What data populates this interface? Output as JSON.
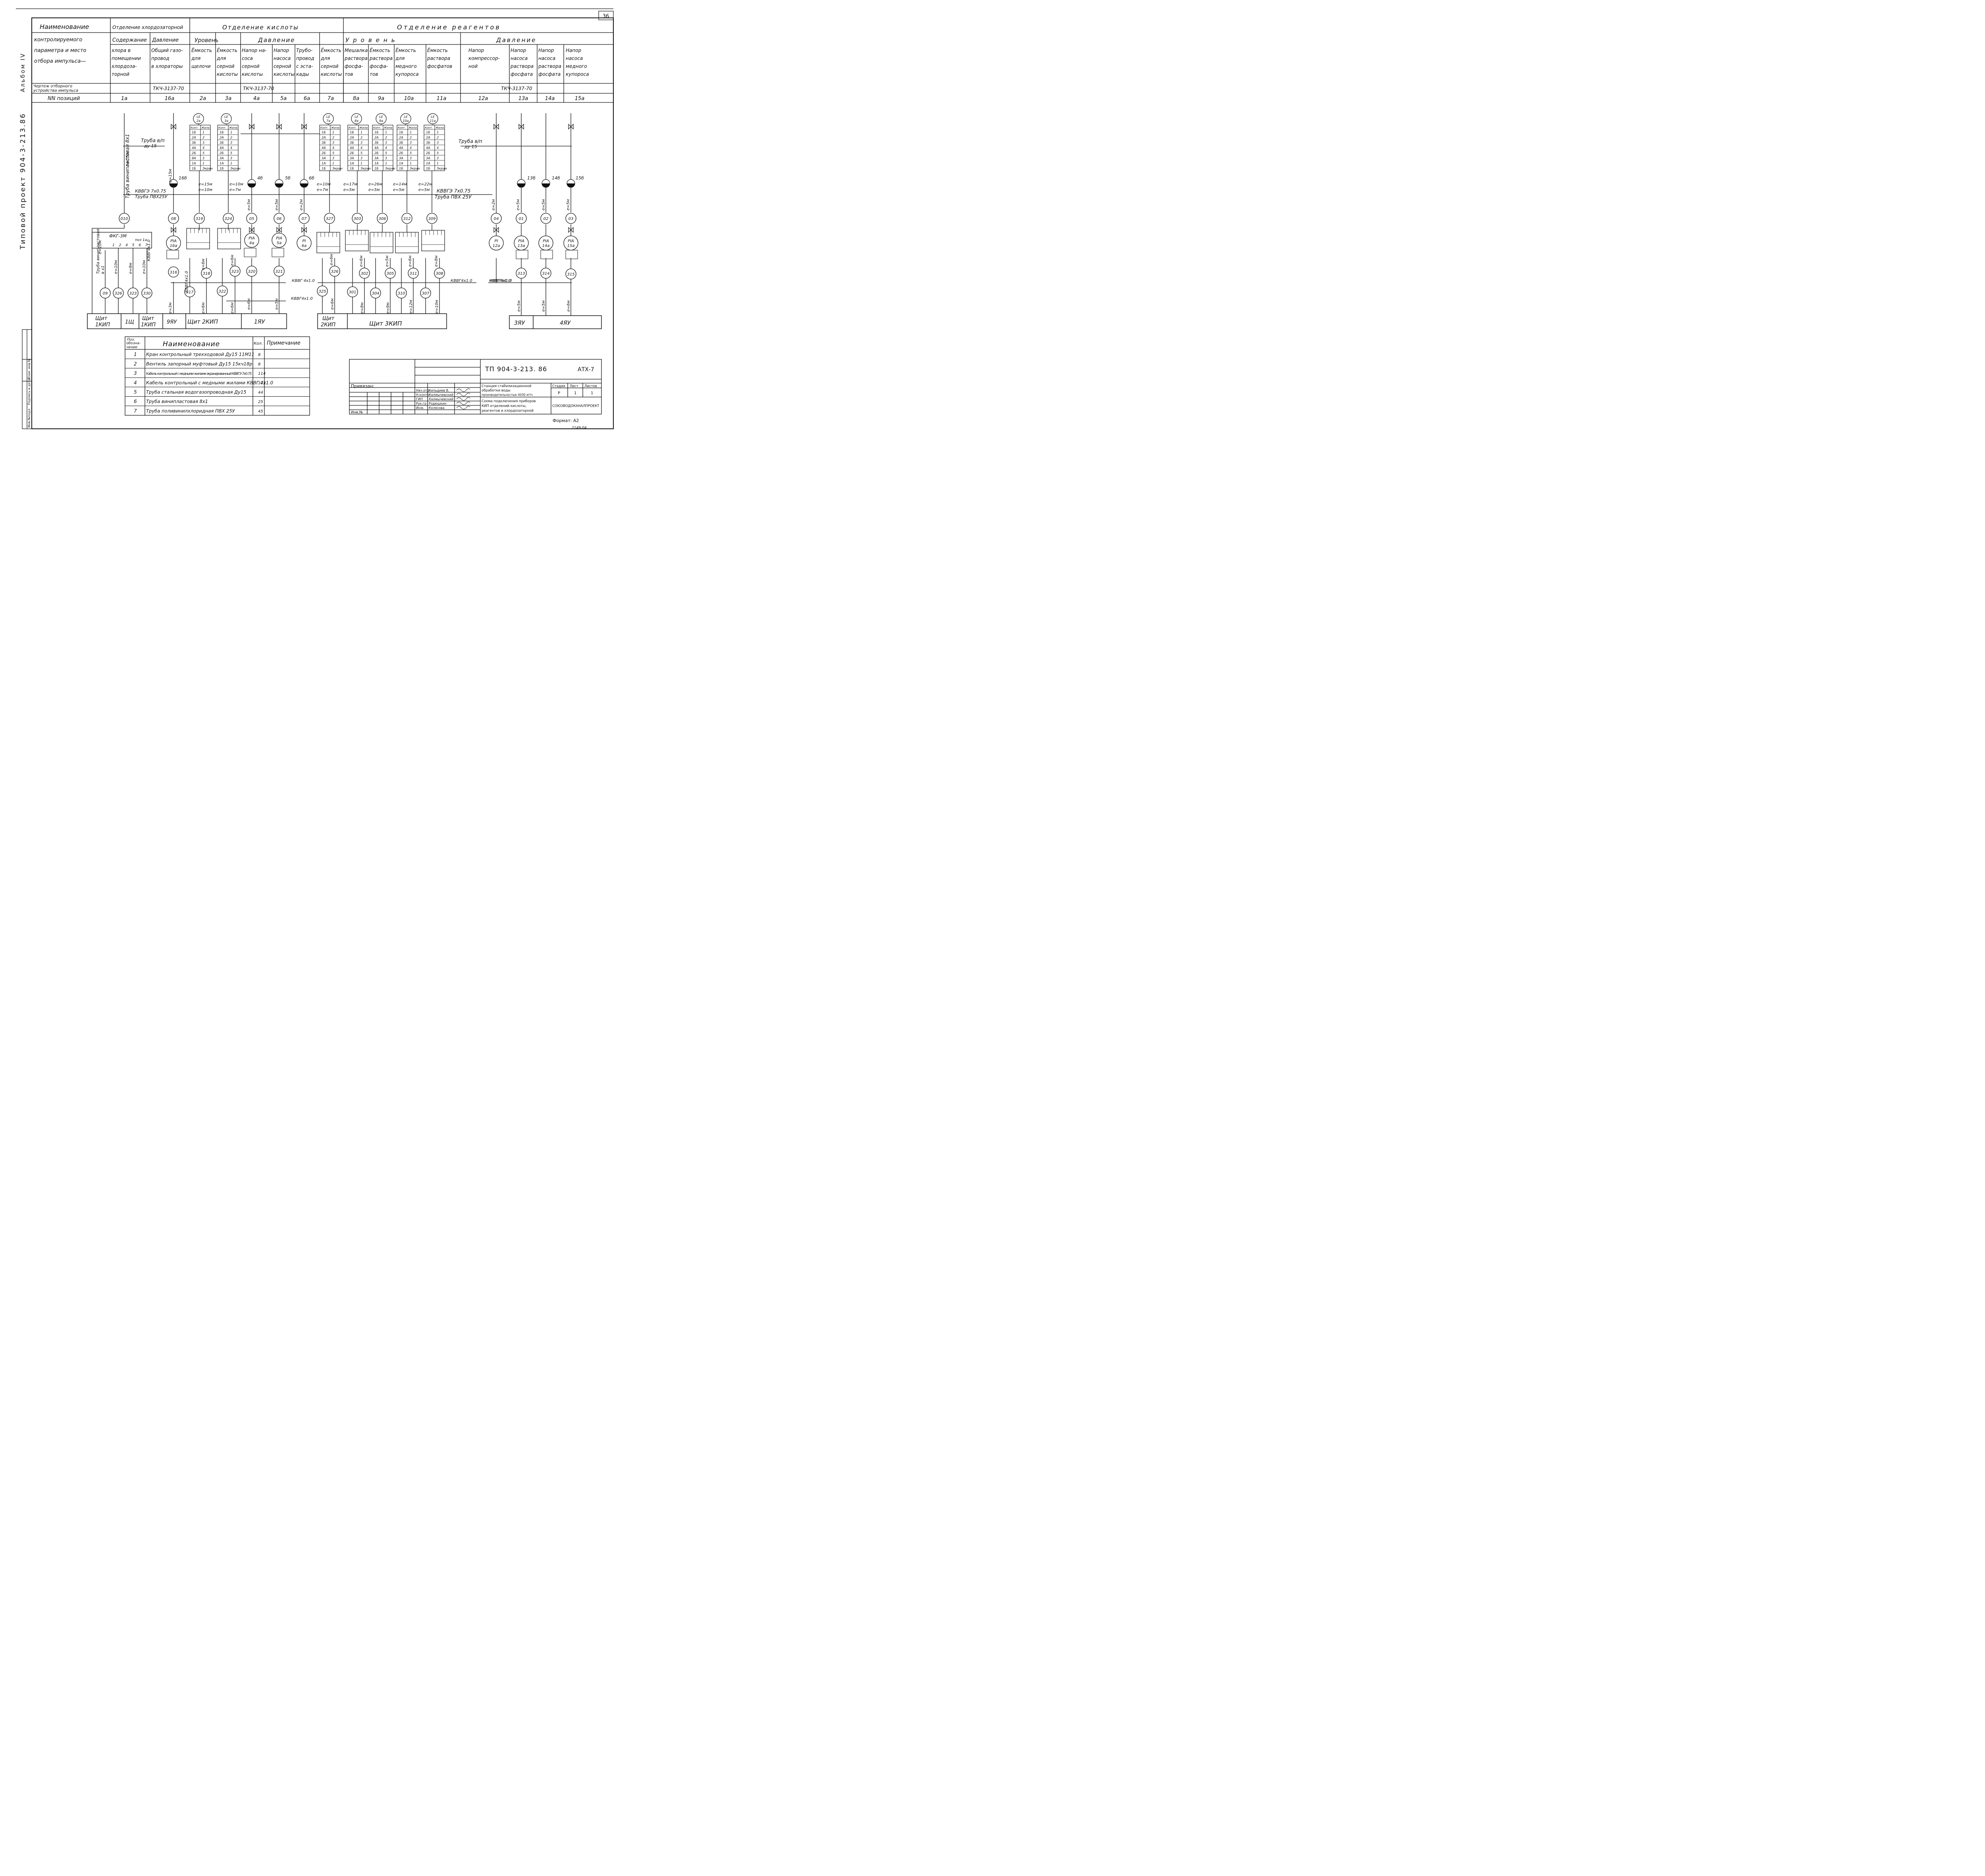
{
  "sheet_number": "36",
  "album": "Альбом IV",
  "project_vertical": "Типовой проект 904-3-213.86",
  "stamp_cells": [
    "Инв.№подл",
    "Подпись и дата",
    "Взам. инв.№"
  ],
  "header": {
    "row_title": [
      "Наименование",
      "контролируемого",
      "параметра и место",
      "отбора импульса—"
    ],
    "row_drawing": [
      "Чертеж отборного",
      "устройства импульса"
    ],
    "row_pos": "NN позиций",
    "depts": {
      "chlor": "Отделение хлордозаторной",
      "acid": "Отделение кислоты",
      "reag": "Отделение реагентов"
    },
    "groups": {
      "soderzh": "Содержание",
      "davl1": "Давление",
      "urov1": "Уровень",
      "davl2": "Давление",
      "urov2": "Уровень",
      "davl3": "Давление"
    },
    "columns": [
      {
        "text": [
          "хлора в",
          "помещении",
          "хлордоза-",
          "торной"
        ],
        "drawing": "",
        "pos": "1а"
      },
      {
        "text": [
          "Общий газо-",
          "провод",
          "в хлораторы"
        ],
        "drawing": "ТКЧ-3137-70",
        "pos": "16а"
      },
      {
        "text": [
          "Ёмкость",
          "для",
          "щелочи"
        ],
        "drawing": "",
        "pos": "2а"
      },
      {
        "text": [
          "Ёмкость",
          "для",
          "серной",
          "кислоты"
        ],
        "drawing": "",
        "pos": "3а"
      },
      {
        "text": [
          "Напор на-",
          "соса",
          "серной",
          "кислоты"
        ],
        "drawing": "ТКЧ-3137-70",
        "pos": "4а"
      },
      {
        "text": [
          "Напор",
          "насоса",
          "серной",
          "кислоты"
        ],
        "drawing": "",
        "pos": "5а"
      },
      {
        "text": [
          "Трубо-",
          "провод",
          "с эста-",
          "кады"
        ],
        "drawing": "",
        "pos": "6а"
      },
      {
        "text": [
          "Ёмкость",
          "для",
          "серной",
          "кислоты"
        ],
        "drawing": "",
        "pos": "7а"
      },
      {
        "text": [
          "Мешалка",
          "раствора",
          "фосфа-",
          "тов"
        ],
        "drawing": "",
        "pos": "8а"
      },
      {
        "text": [
          "Ёмкость",
          "раствора",
          "фосфа-",
          "тов"
        ],
        "drawing": "",
        "pos": "9а"
      },
      {
        "text": [
          "Ёмкость",
          "для",
          "медного",
          "купороса"
        ],
        "drawing": "",
        "pos": "10а"
      },
      {
        "text": [
          "Ёмкость",
          "раствора",
          "фосфатов"
        ],
        "drawing": "",
        "pos": "11а"
      },
      {
        "text": [
          "Напор",
          "компрессор-",
          "ной"
        ],
        "drawing": "",
        "pos": "12а"
      },
      {
        "text": [
          "Напор",
          "насоса",
          "раствора",
          "фосфата"
        ],
        "drawing": "ТКЧ-3137-70",
        "pos": "13а"
      },
      {
        "text": [
          "Напор",
          "насоса",
          "раствора",
          "фосфата"
        ],
        "drawing": "",
        "pos": "14а"
      },
      {
        "text": [
          "Напор",
          "насоса",
          "медного",
          "купороса"
        ],
        "drawing": "",
        "pos": "15а"
      }
    ]
  },
  "diagram": {
    "contact_header": [
      "Конт.",
      "Жила"
    ],
    "contact_rows": [
      [
        "1Б",
        "1"
      ],
      [
        "2А",
        "2"
      ],
      [
        "3Б",
        "3"
      ],
      [
        "4А",
        "4"
      ],
      [
        "2Б",
        "5"
      ],
      [
        "3А",
        "3"
      ],
      [
        "1А",
        "1"
      ],
      [
        "1Б",
        "Экран"
      ]
    ],
    "contact_rows_2": [
      [
        "1Б",
        "1"
      ],
      [
        "2А",
        "2"
      ],
      [
        "3Б",
        "3"
      ],
      [
        "4А",
        "4"
      ],
      [
        "2Б",
        "5"
      ],
      [
        "8А",
        "3"
      ],
      [
        "1А",
        "1"
      ],
      [
        "1Б",
        "Экран"
      ]
    ],
    "level_sensors": [
      "LE 2а",
      "LE 3а",
      "LE 7а",
      "LE 8а",
      "LE 9а",
      "LE 10а",
      "LE 11а"
    ],
    "pressure_taps": [
      "16б",
      "4б",
      "5б",
      "6б",
      "13б",
      "14б",
      "15б"
    ],
    "instruments": [
      "PIA 16а",
      "PIA 4а",
      "PIA 5а",
      "PI 6а",
      "PI 12а",
      "PIA 13а",
      "PIA 14а",
      "PIA 15а"
    ],
    "fkg_label": "ФКГ-3М",
    "fkg_pos": "поз 1а",
    "fkg_terms": "1 2 4 5 6 7",
    "circles": [
      "010",
      "08",
      "319",
      "324",
      "05",
      "06",
      "07",
      "327",
      "303",
      "306",
      "312",
      "309",
      "04",
      "01",
      "02",
      "03",
      "316",
      "318",
      "323",
      "320",
      "321",
      "326",
      "302",
      "305",
      "311",
      "308",
      "313",
      "314",
      "315",
      "09",
      "326",
      "323",
      "330",
      "317",
      "322",
      "325",
      "301",
      "304",
      "310",
      "307"
    ],
    "cable_texts": [
      "Труба в/п",
      "ду 15",
      "Труба винипластовая 8х1",
      "е=15м",
      "КВВГЭ 7х0.75",
      "Труба ПВХ25У",
      "КВВГ 4х1.0",
      "КВВГЭ 7х0.75",
      "Труба ПВХ 25У",
      "Труба в/п",
      "ду 15",
      "КВВГ4х1.0",
      "КВВГ4х1.0",
      "Труба винипластовая",
      "в х1",
      "е=10м",
      "КВВГ4х1.0",
      "КВВГ4х1.0",
      "КВВГ4х1.0"
    ],
    "lengths": [
      "е=15м",
      "е=15м",
      "е=10м",
      "е=10м",
      "е=7м",
      "е=5м",
      "е=5м",
      "е=2м",
      "е=10м",
      "е=7м",
      "е=17м",
      "е=5м",
      "е=26м",
      "е=5м",
      "е=14м",
      "е=5м",
      "е=22м",
      "е=5м",
      "е=2м",
      "е=5м",
      "е=5м",
      "е=5м",
      "е=6м",
      "е=6м",
      "е=6м",
      "е=6м",
      "е=5м",
      "е=6м",
      "е=8м",
      "е=9м",
      "е=12м",
      "е=10м",
      "е=3м",
      "е=6м",
      "е=6м",
      "е=6м",
      "е=5м",
      "е=6м",
      "е=8м",
      "е=9м",
      "е=12м",
      "е=10м",
      "е=5м",
      "е=5м",
      "е=6м",
      "е=10м",
      "е=9м",
      "е=10м"
    ],
    "panels": {
      "shchit1_line1": "Щит",
      "shchit1_line2": "1КИП",
      "p1shch": "1Щ",
      "shchit2_line1": "Щит",
      "shchit2_line2": "1КИП",
      "p9ya": "9ЯУ",
      "shchit_2kip": "Щит  2КИП",
      "p1ya": "1ЯУ",
      "shchit3_line1": "Щит",
      "shchit3_line2": "2КИП",
      "shchit_3kip": "Щит 3КИП",
      "p3ya": "3ЯУ",
      "p4ya": "4ЯУ"
    }
  },
  "legend": {
    "head_pos": [
      "Поз.",
      "обозна-",
      "чение"
    ],
    "head_name": "Наименование",
    "head_qty": "Кол.",
    "head_note": "Примечание",
    "rows": [
      {
        "pos": "1",
        "name": "Кран контрольный трехходовой Ду15  11М11",
        "qty": "8"
      },
      {
        "pos": "2",
        "name": "Вентиль запорный муфтовый Ду15   15кч18р",
        "qty": "8"
      },
      {
        "pos": "3",
        "name": "Кабель контрольный с медными жилами экранированный КВВГЭ 7х0.75",
        "qty": "114"
      },
      {
        "pos": "4",
        "name": "Кабель контрольный с медными жилами КВВГ 4х1.0",
        "qty": "173"
      },
      {
        "pos": "5",
        "name": "Труба стальная водогазопроводная Ду15",
        "qty": "44"
      },
      {
        "pos": "6",
        "name": "Труба винипластовая 8х1",
        "qty": "25"
      },
      {
        "pos": "7",
        "name": "Труба поливинилхлоридная ПВХ 25У",
        "qty": "45"
      }
    ]
  },
  "title_block": {
    "code": "ТП 904-3-213. 86",
    "sheet_code": "АТХ-7",
    "privyazan": "Привязан:",
    "inv": "Инв.№",
    "people": [
      {
        "role": "Нач.отд",
        "name": "Кильдиев В."
      },
      {
        "role": "Н.контр",
        "name": "Калмычевский"
      },
      {
        "role": "ГИП",
        "name": "Калмычевский"
      },
      {
        "role": "Рук.гр",
        "name": "Родюшкин"
      },
      {
        "role": "Инж.",
        "name": "Колесова"
      }
    ],
    "station": [
      "Станция стабилизационной",
      "обработки воды",
      "производительностью 4030 м³/ч"
    ],
    "schema": [
      "Схема подключения приборов",
      "КИП  отделений кислоты,",
      "реагентов  и хлордозаторной"
    ],
    "stage_h": "Стадия",
    "sheet_h": "Лист",
    "sheets_h": "Листов",
    "stage": "Р",
    "sheet": "1",
    "sheets": "1",
    "org": "СОЮЗВОДОКАНАЛПРОЕКТ",
    "format": "Формат: А2",
    "bottom_code": "2149-04"
  }
}
